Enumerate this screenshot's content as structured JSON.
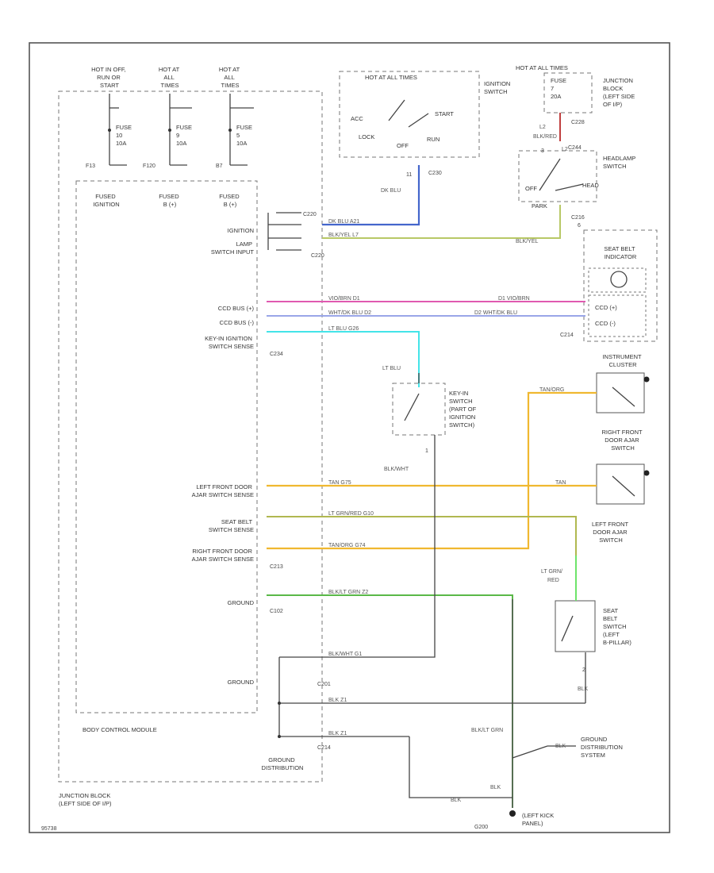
{
  "hot_labels": {
    "run_off": [
      "HOT IN OFF,",
      "RUN OR",
      "START"
    ],
    "hot_all_1": [
      "HOT AT",
      "ALL",
      "TIMES"
    ],
    "hot_all_2": [
      "HOT AT",
      "ALL",
      "TIMES"
    ],
    "hot_acc": "HOT AT ALL TIMES",
    "hot_right": "HOT AT ALL TIMES"
  },
  "fuses": {
    "f1": [
      "FUSE",
      "10",
      "10A"
    ],
    "f2": [
      "FUSE",
      "9",
      "10A"
    ],
    "f3": [
      "FUSE",
      "5",
      "10A"
    ],
    "f4": [
      "FUSE",
      "7",
      "20A"
    ]
  },
  "fused_labels": [
    [
      "FUSED",
      "IGNITION"
    ],
    [
      "FUSED",
      "B (+)"
    ],
    [
      "FUSED",
      "B (+)"
    ]
  ],
  "bcm_label": "BODY CONTROL MODULE",
  "junction_block": [
    "JUNCTION BLOCK",
    "(LEFT SIDE OF I/P)"
  ],
  "junction_block_right": [
    "JUNCTION",
    "BLOCK",
    "(LEFT SIDE",
    "OF I/P)"
  ],
  "ignition_switch": {
    "title": [
      "IGNITION",
      "SWITCH"
    ],
    "positions": [
      "ACC",
      "LOCK",
      "OFF",
      "RUN",
      "START"
    ]
  },
  "headlamp_switch": {
    "title": [
      "HEADLAMP",
      "SWITCH"
    ],
    "positions": [
      "OFF",
      "PARK",
      "HEAD"
    ]
  },
  "seat_belt_indicator": [
    "SEAT BELT",
    "INDICATOR"
  ],
  "ccd": [
    "CCD (+)",
    "CCD (-)"
  ],
  "instrument_cluster": [
    "INSTRUMENT",
    "CLUSTER"
  ],
  "key_switch": [
    "KEY-IN",
    "SWITCH",
    "(PART OF",
    "IGNITION",
    "SWITCH)"
  ],
  "rf_door_switch": [
    "RIGHT FRONT",
    "DOOR AJAR",
    "SWITCH"
  ],
  "lf_door_switch": [
    "LEFT FRONT",
    "DOOR AJAR",
    "SWITCH"
  ],
  "seat_belt_switch": [
    "SEAT",
    "BELT",
    "SWITCH",
    "(LEFT",
    "B-PILLAR)"
  ],
  "ground_distribution": [
    "GROUND",
    "DISTRIBUTION",
    "SYSTEM"
  ],
  "ground_dist_label": [
    "GROUND",
    "DISTRIBUTION"
  ],
  "left_kick_panel": [
    "(LEFT KICK",
    "PANEL)"
  ],
  "bcm_inputs": {
    "ignition": "IGNITION",
    "lamp": [
      "LAMP",
      "SWITCH INPUT"
    ],
    "ccd_plus": "CCD BUS (+)",
    "ccd_minus": "CCD BUS (-)",
    "key_in": [
      "KEY-IN IGNITION",
      "SWITCH SENSE"
    ],
    "lf_door": [
      "LEFT FRONT DOOR",
      "AJAR SWITCH SENSE"
    ],
    "seat_belt": [
      "SEAT BELT",
      "SWITCH SENSE"
    ],
    "rf_door": [
      "RIGHT FRONT DOOR",
      "AJAR SWITCH SENSE"
    ],
    "ground1": "GROUND",
    "ground2": "GROUND"
  },
  "wires": {
    "dk_blu_1": "DK BLU  A21",
    "dk_blu_2": "DK BLU",
    "blk_yel": "BLK/YEL   L7",
    "blk_yel_right": "BLK/YEL",
    "vio_brn": "VIO/BRN   D1",
    "vio_brn_right": "D1   VIO/BRN",
    "wht_dk_blu": "WHT/DK BLU   D2",
    "wht_dk_blu_right": "D2   WHT/DK BLU",
    "lt_blu": "LT BLU   G26",
    "lt_blu_label": "LT BLU",
    "tan_org_vert": "TAN/ORG",
    "tan": "TAN   G75",
    "tan_right": "TAN",
    "lt_grn_red": "LT GRN/RED   G10",
    "tan_org": "TAN/ORG   G74",
    "blk_lt_grn": "BLK/LT GRN   Z2",
    "blk_wht": "BLK/WHT   G1",
    "blk_wht_vert": "BLK/WHT",
    "blk_z1_a": "BLK   Z1",
    "blk_z1_b": "BLK   Z1",
    "lt_grn_red_vert": [
      "LT GRN/",
      "RED"
    ],
    "blk_sb": "BLK",
    "blk_lt_grn_vert": "BLK/LT GRN",
    "blk_gd": "BLK",
    "blk_bottom1": "BLK",
    "blk_bottom2": "BLK",
    "l2_blk_red": [
      "L2",
      "BLK/RED"
    ],
    "l2_hs": "L2"
  },
  "connectors": {
    "c220_ign": "C220",
    "c220_lamp": "C220",
    "c234": "C234",
    "c230": "C230",
    "c214": "C214",
    "c213": "C213",
    "c102": "C102",
    "c201": "C201",
    "c214b": "C214",
    "c228": "C228",
    "c244": "C244",
    "c216": "C216",
    "f13": "F13",
    "f120": "F120",
    "b7": "B7",
    "g200": "G200"
  },
  "pins": {
    "p11": "11",
    "p3": "3",
    "p6": "6",
    "p1": "1",
    "p2": "2"
  },
  "page_code": "95738"
}
